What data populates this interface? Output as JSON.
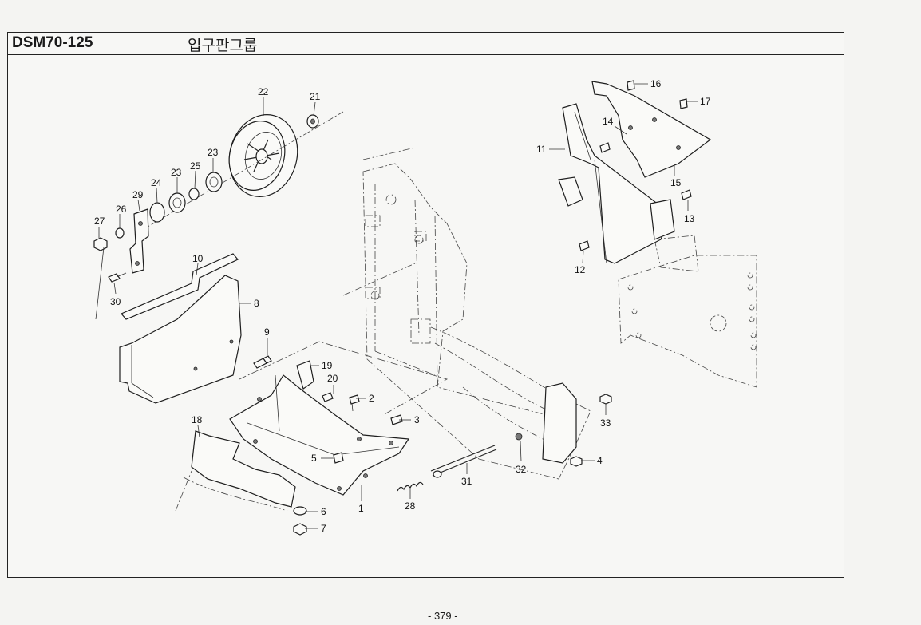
{
  "header": {
    "model": "DSM70-125",
    "group_title": "입구판그룹"
  },
  "page_number": "- 379 -",
  "callouts": [
    "1",
    "2",
    "3",
    "4",
    "5",
    "6",
    "7",
    "8",
    "9",
    "10",
    "11",
    "12",
    "13",
    "14",
    "15",
    "16",
    "17",
    "18",
    "19",
    "20",
    "21",
    "22",
    "23",
    "23",
    "24",
    "25",
    "26",
    "27",
    "28",
    "29",
    "30",
    "31",
    "32",
    "33"
  ]
}
